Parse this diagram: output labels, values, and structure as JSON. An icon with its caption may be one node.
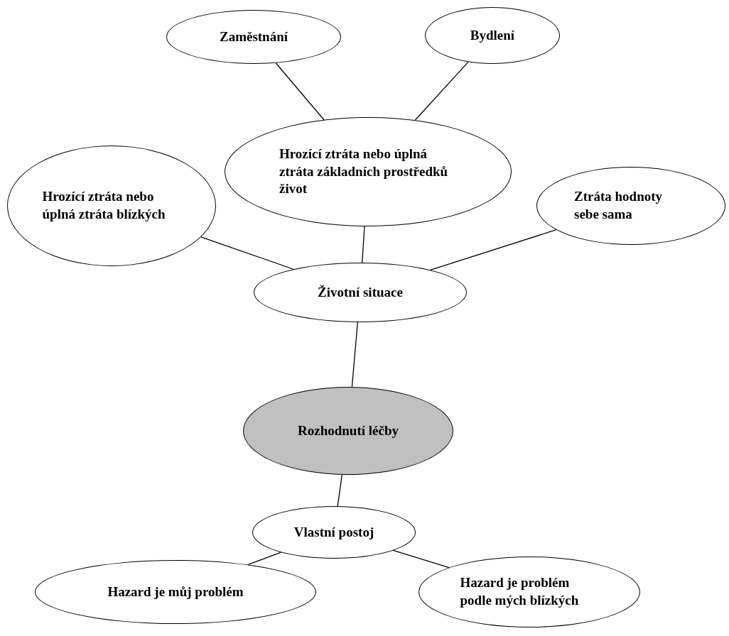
{
  "diagram": {
    "nodes": [
      {
        "text": [
          "Zaměstnání"
        ]
      },
      {
        "text": [
          "Bydlení"
        ]
      },
      {
        "text": [
          "Hrozící ztráta nebo úplná ztráta základních prostředků život"
        ]
      },
      {
        "text": [
          "Hrozící ztráta nebo úplná ztráta blízkých"
        ]
      },
      {
        "text": [
          "Ztráta hodnoty sebe sama"
        ]
      },
      {
        "text": [
          "Životní situace"
        ]
      },
      {
        "text": [
          "Rozhodnutí léčby"
        ]
      },
      {
        "text": [
          "Vlastní postoj"
        ]
      },
      {
        "text": [
          "Hazard je můj problém"
        ]
      },
      {
        "text": [
          "Hazard je problém podle mých blízkých"
        ]
      }
    ],
    "edges": [
      {
        "from": 0,
        "to": 2,
        "arrow": "none"
      },
      {
        "from": 1,
        "to": 2,
        "arrow": "none"
      },
      {
        "from": 2,
        "to": 5,
        "arrow": "none"
      },
      {
        "from": 3,
        "to": 5,
        "arrow": "none"
      },
      {
        "from": 4,
        "to": 5,
        "arrow": "none"
      },
      {
        "from": 5,
        "to": 6,
        "arrow": "none"
      },
      {
        "from": 6,
        "to": 7,
        "arrow": "none"
      },
      {
        "from": 7,
        "to": 8,
        "arrow": "none"
      },
      {
        "from": 7,
        "to": 9,
        "arrow": "none"
      }
    ]
  }
}
